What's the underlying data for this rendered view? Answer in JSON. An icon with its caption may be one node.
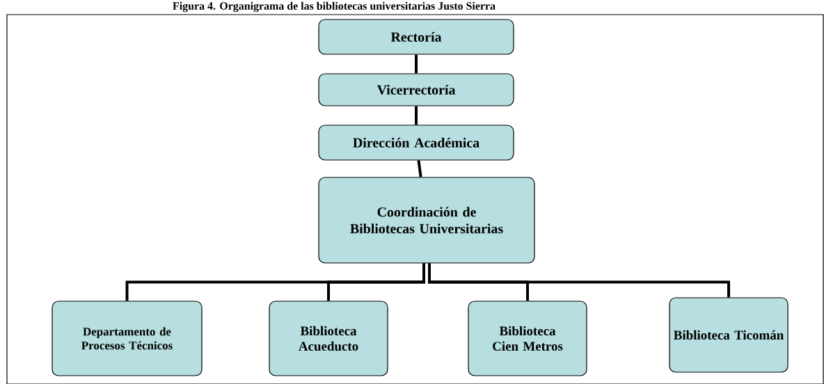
{
  "diagram": {
    "title": "Figura 4. Organigrama de las bibliotecas universitarias Justo Sierra",
    "nodes": [
      {
        "text": [
          "Rectoría"
        ]
      },
      {
        "text": [
          "Vicerrectoría"
        ]
      },
      {
        "text": [
          "Dirección Académica"
        ]
      },
      {
        "text": [
          "Coordinación de Bibliotecas Universitarias"
        ]
      },
      {
        "text": [
          "Departamento de Procesos Técnicos"
        ]
      },
      {
        "text": [
          "Biblioteca Acueducto"
        ]
      },
      {
        "text": [
          "Biblioteca Cien Metros"
        ]
      },
      {
        "text": [
          "Biblioteca Ticomán"
        ]
      }
    ],
    "edges": [
      {
        "from": 0,
        "to": 1,
        "arrow": "none"
      },
      {
        "from": 1,
        "to": 2,
        "arrow": "none"
      },
      {
        "from": 2,
        "to": 3,
        "arrow": "none"
      },
      {
        "from": 3,
        "to": 4,
        "arrow": "none"
      },
      {
        "from": 3,
        "to": 5,
        "arrow": "none"
      },
      {
        "from": 3,
        "to": 6,
        "arrow": "none"
      },
      {
        "from": 3,
        "to": 7,
        "arrow": "none"
      }
    ]
  }
}
